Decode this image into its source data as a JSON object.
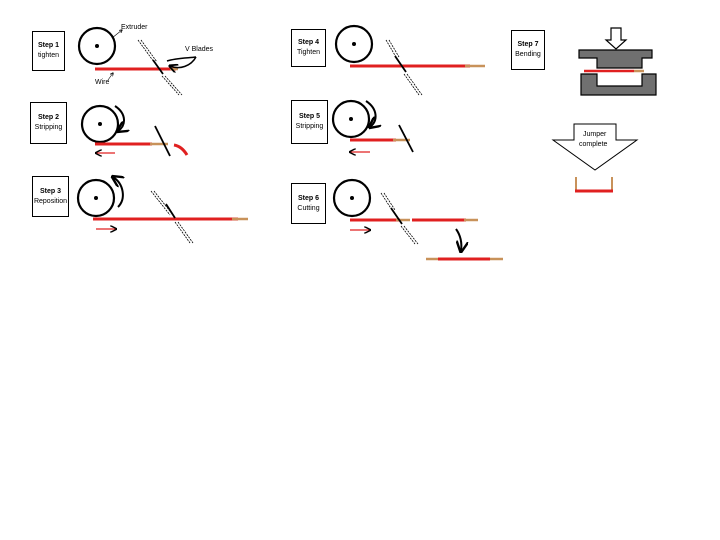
{
  "steps": [
    {
      "title": "Step 1",
      "sub": "tighten"
    },
    {
      "title": "Step 2",
      "sub": "Stripping"
    },
    {
      "title": "Step 3",
      "sub": "Reposition"
    },
    {
      "title": "Step 4",
      "sub": "Tighten"
    },
    {
      "title": "Step 5",
      "sub": "Stripping"
    },
    {
      "title": "Step 6",
      "sub": "Cutting"
    },
    {
      "title": "Step 7",
      "sub": "Bending"
    }
  ],
  "labels": {
    "extruder": "Extruder",
    "v_blades": "V Blades",
    "wire": "Wire",
    "jumper_line1": "Jumper",
    "jumper_line2": "complete"
  },
  "colors": {
    "wire": "#e02020",
    "copper": "#c8925a",
    "press": "#707070",
    "ink": "#000000"
  }
}
